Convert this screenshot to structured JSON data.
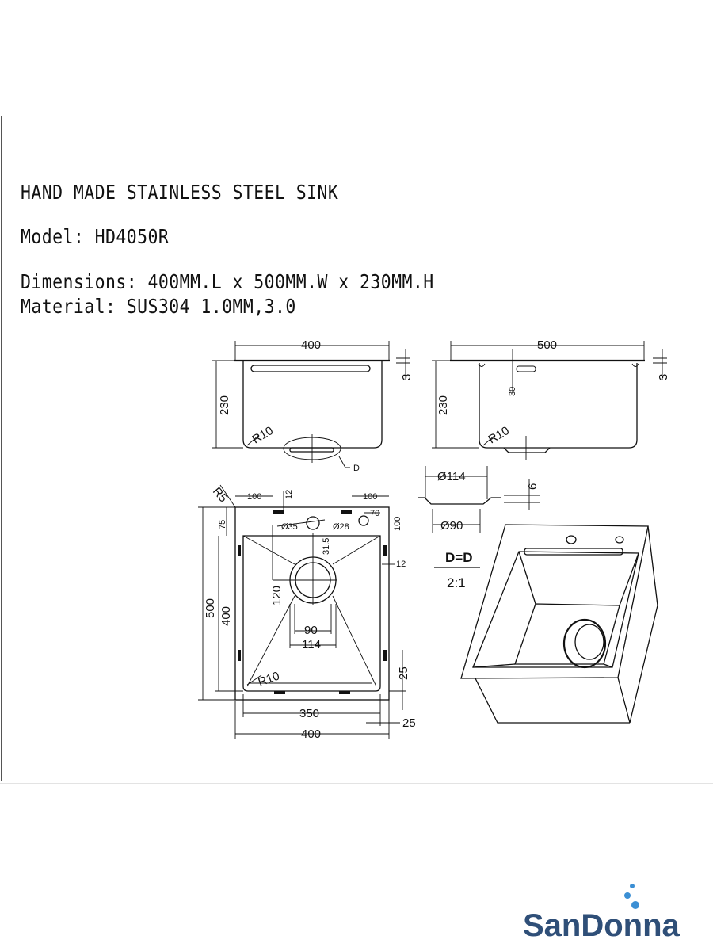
{
  "header": {
    "title": "HAND MADE STAINLESS STEEL SINK",
    "model": "Model: HD4050R",
    "dimensions": "Dimensions: 400MM.L x 500MM.W x 230MM.H",
    "material": "Material: SUS304 1.0MM,3.0"
  },
  "front_view": {
    "width": "400",
    "height": "230",
    "lip": "3",
    "radius": "R10",
    "detail": "D"
  },
  "side_view": {
    "width": "500",
    "height": "230",
    "lip": "3",
    "overflow": "30",
    "radius": "R10"
  },
  "drain_detail": {
    "outer_dia": "Ø114",
    "inner_dia": "Ø90",
    "depth": "6",
    "label": "D=D",
    "scale": "2:1"
  },
  "top_view": {
    "corner_radius": "R5",
    "left_offset": "100",
    "right_offset": "100",
    "slot_small": "12",
    "slot_right": "12",
    "offset_70": "70",
    "hole_35": "Ø35",
    "hole_28": "Ø28",
    "dim_31_5": "31.5",
    "dim_75": "75",
    "dim_100": "100",
    "total_length": "500",
    "inner_length": "400",
    "drain_offset": "120",
    "drain_inner": "90",
    "drain_outer": "114",
    "inner_radius": "R10",
    "flange_side": "25",
    "inner_width": "350",
    "total_width": "400",
    "flange_bottom": "25"
  },
  "brand": {
    "name": "SanDonna",
    "color": "#2f4f78",
    "accent": "#3b8fd4"
  }
}
